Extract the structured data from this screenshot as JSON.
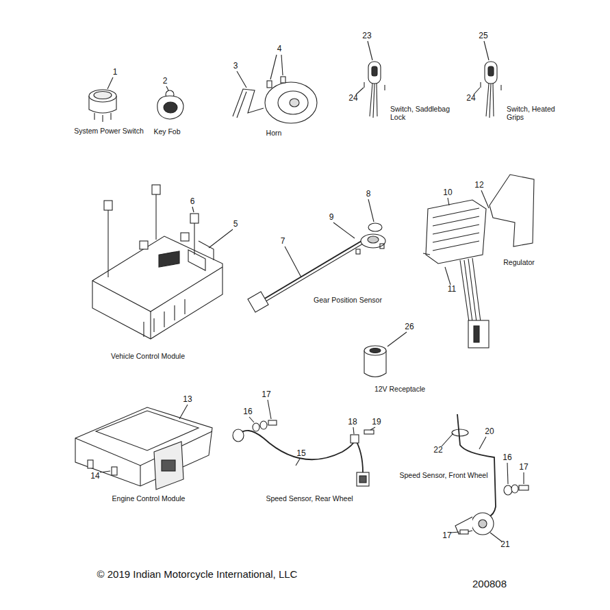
{
  "diagram": {
    "labels": [
      "1",
      "System Power Switch",
      "2",
      "Key Fob",
      "3",
      "4",
      "Horn",
      "23",
      "24",
      "Switch, Saddlebag Lock",
      "25",
      "24",
      "Switch, Heated Grips",
      "6",
      "5",
      "Vehicle Control Module",
      "8",
      "9",
      "7",
      "Gear Position Sensor",
      "10",
      "12",
      "11",
      "Regulator",
      "26",
      "12V Receptacle",
      "13",
      "14",
      "Engine Control Module",
      "16",
      "17",
      "18",
      "19",
      "15",
      "Speed Sensor, Rear Wheel",
      "22",
      "20",
      "Speed Sensor, Front Wheel",
      "16",
      "17",
      "17",
      "21",
      "© 2019 Indian Motorcycle International, LLC",
      "200808"
    ]
  }
}
